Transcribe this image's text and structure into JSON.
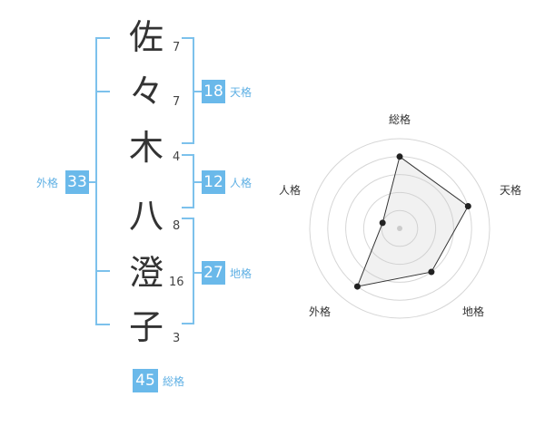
{
  "name": {
    "characters": [
      {
        "char": "佐",
        "strokes": "7"
      },
      {
        "char": "々",
        "strokes": "7"
      },
      {
        "char": "木",
        "strokes": "4"
      },
      {
        "char": "八",
        "strokes": "8"
      },
      {
        "char": "澄",
        "strokes": "16"
      },
      {
        "char": "子",
        "strokes": "3"
      }
    ]
  },
  "kakusu": {
    "tenkaku": {
      "value": "18",
      "label": "天格"
    },
    "jinkaku": {
      "value": "12",
      "label": "人格"
    },
    "chikaku": {
      "value": "27",
      "label": "地格"
    },
    "gaikaku": {
      "value": "33",
      "label": "外格"
    },
    "soukaku": {
      "value": "45",
      "label": "総格"
    }
  },
  "radar": {
    "axes": [
      "総格",
      "天格",
      "地格",
      "外格",
      "人格"
    ],
    "values": [
      0.8,
      0.8,
      0.6,
      0.8,
      0.2
    ]
  },
  "colors": {
    "accent": "#6ab9ea",
    "line": "#7cc1ec"
  }
}
